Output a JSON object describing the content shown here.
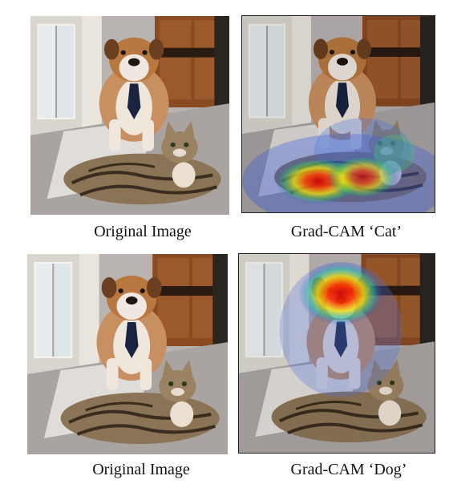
{
  "panels": [
    {
      "id": "tl",
      "caption": "Original Image"
    },
    {
      "id": "tr",
      "caption": "Grad-CAM ‘Cat’"
    },
    {
      "id": "bl",
      "caption": "Original Image"
    },
    {
      "id": "br",
      "caption": "Grad-CAM ‘Dog’"
    }
  ],
  "colors": {
    "floor": "#b9b2b0",
    "cabinet": "#8a4a22",
    "dog_fur": "#c89060",
    "cat_fur": "#8b7355",
    "heatmap_hot": "#cc0000",
    "heatmap_cold": "#3040d0"
  }
}
